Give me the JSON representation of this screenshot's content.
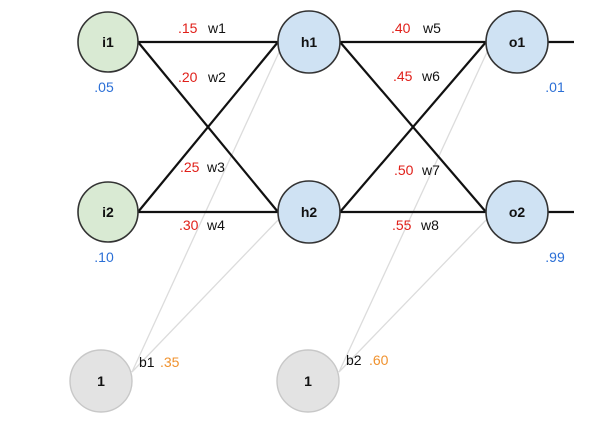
{
  "diagram": {
    "title": "",
    "colors": {
      "input_fill": "#d9ead3",
      "hidden_fill": "#cfe2f3",
      "output_fill": "#cfe2f3",
      "bias_fill": "#e3e3e3",
      "weight_value": "#e0201a",
      "node_value": "#2b6fd6",
      "bias_value": "#f0922e"
    },
    "nodes": {
      "i1": {
        "label": "i1",
        "value": ".05",
        "layer": "input"
      },
      "i2": {
        "label": "i2",
        "value": ".10",
        "layer": "input"
      },
      "h1": {
        "label": "h1",
        "layer": "hidden"
      },
      "h2": {
        "label": "h2",
        "layer": "hidden"
      },
      "o1": {
        "label": "o1",
        "value": ".01",
        "layer": "output"
      },
      "o2": {
        "label": "o2",
        "value": ".99",
        "layer": "output"
      },
      "b1": {
        "label": "1",
        "name": "b1",
        "value": ".35",
        "layer": "bias"
      },
      "b2": {
        "label": "1",
        "name": "b2",
        "value": ".60",
        "layer": "bias"
      }
    },
    "weights": [
      {
        "name": "w1",
        "value": ".15",
        "from": "i1",
        "to": "h1"
      },
      {
        "name": "w2",
        "value": ".20",
        "from": "i1",
        "to": "h2"
      },
      {
        "name": "w3",
        "value": ".25",
        "from": "i2",
        "to": "h1"
      },
      {
        "name": "w4",
        "value": ".30",
        "from": "i2",
        "to": "h2"
      },
      {
        "name": "w5",
        "value": ".40",
        "from": "h1",
        "to": "o1"
      },
      {
        "name": "w6",
        "value": ".45",
        "from": "h1",
        "to": "o2"
      },
      {
        "name": "w7",
        "value": ".50",
        "from": "h2",
        "to": "o1"
      },
      {
        "name": "w8",
        "value": ".55",
        "from": "h2",
        "to": "o2"
      }
    ],
    "bias_connections": [
      {
        "from": "b1",
        "to": "h1"
      },
      {
        "from": "b1",
        "to": "h2"
      },
      {
        "from": "b2",
        "to": "o1"
      },
      {
        "from": "b2",
        "to": "o2"
      }
    ]
  }
}
